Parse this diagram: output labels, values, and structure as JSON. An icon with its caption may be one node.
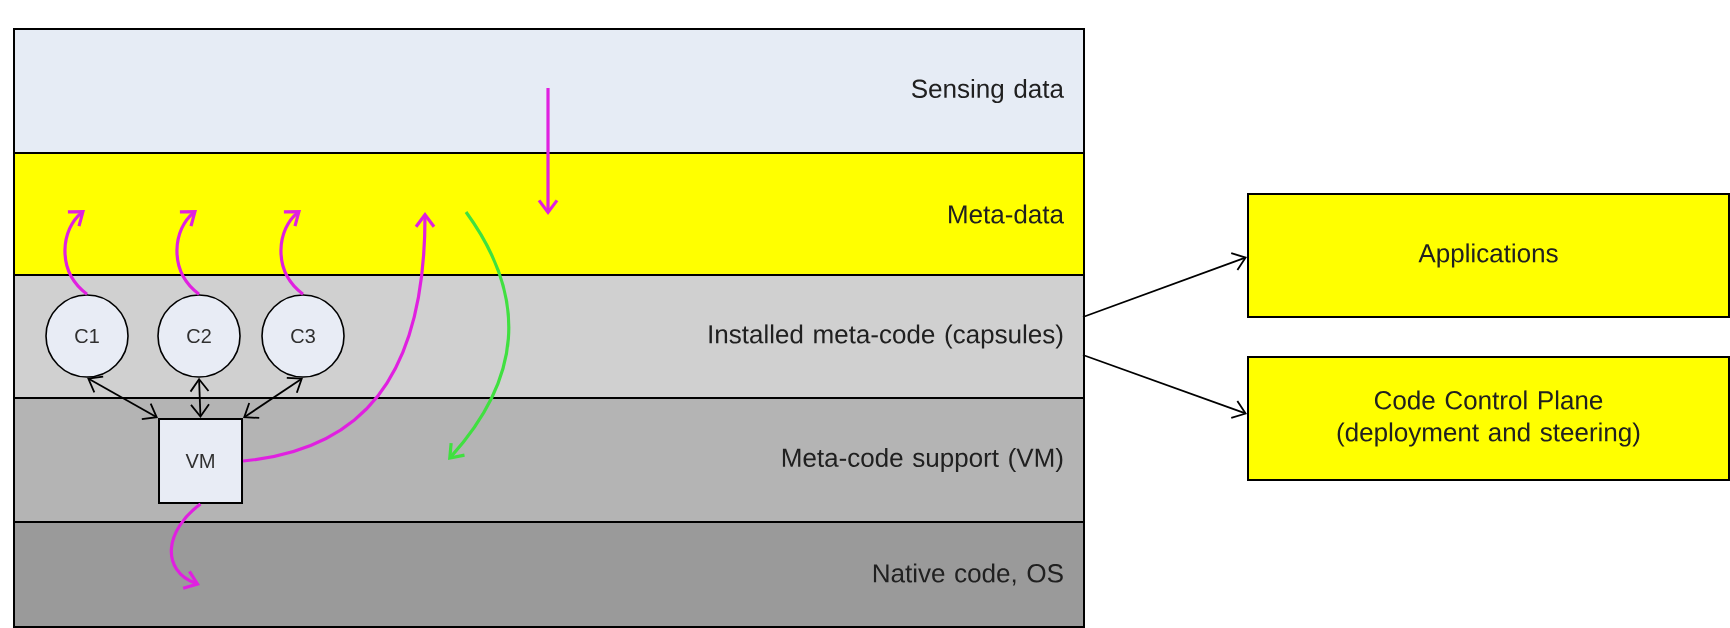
{
  "diagram": {
    "nodes": [
      {
        "text": [
          "Sensing data"
        ]
      },
      {
        "text": [
          "Meta-data"
        ]
      },
      {
        "text": [
          "Installed meta-code (capsules)"
        ]
      },
      {
        "text": [
          "Meta-code support (VM)"
        ]
      },
      {
        "text": [
          "Native code, OS"
        ]
      },
      {
        "text": [
          "C1"
        ],
        "in": 2
      },
      {
        "text": [
          "C2"
        ],
        "in": 2
      },
      {
        "text": [
          "C3"
        ],
        "in": 2
      },
      {
        "text": [
          "VM"
        ],
        "in": 3
      },
      {
        "text": [
          "Applications"
        ]
      },
      {
        "text": [
          "Code Control Plane (deployment and steering)"
        ]
      }
    ],
    "edges": [
      {
        "from": 2,
        "to": 9,
        "arrow": "to",
        "color": "#000000"
      },
      {
        "from": 2,
        "to": 10,
        "arrow": "to",
        "color": "#000000"
      },
      {
        "from": 5,
        "to": 8,
        "arrow": "both",
        "color": "#000000"
      },
      {
        "from": 6,
        "to": 8,
        "arrow": "both",
        "color": "#000000"
      },
      {
        "from": 7,
        "to": 8,
        "arrow": "both",
        "color": "#000000"
      },
      {
        "from": 5,
        "to": 1,
        "arrow": "to"
      },
      {
        "from": 6,
        "to": 1,
        "arrow": "to"
      },
      {
        "from": 7,
        "to": 1,
        "arrow": "to"
      },
      {
        "from": 8,
        "to": 1,
        "arrow": "to"
      },
      {
        "from": 0,
        "to": 1,
        "arrow": "to"
      },
      {
        "from": 1,
        "to": 3,
        "arrow": "to",
        "color": "#40e040"
      },
      {
        "from": 8,
        "to": 4,
        "arrow": "to"
      }
    ]
  }
}
